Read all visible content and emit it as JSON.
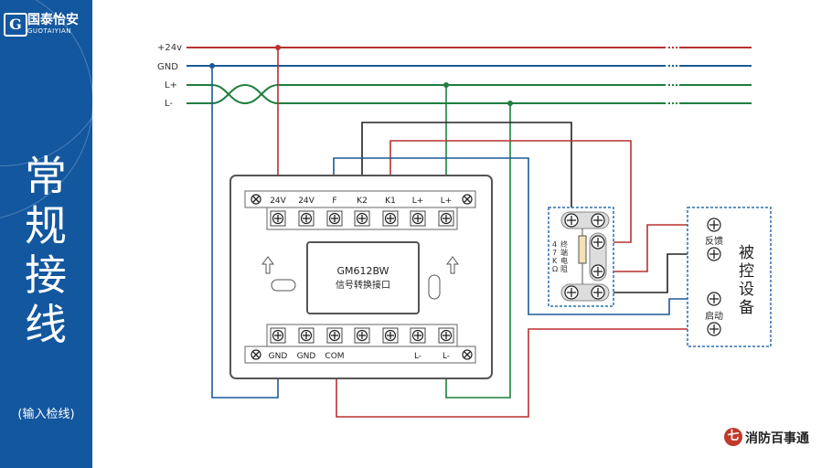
{
  "brand": {
    "name": "国泰怡安",
    "pinyin": "GUOTAIYIAN",
    "mark": "G"
  },
  "title": "常规接线",
  "subtitle": "(输入检线)",
  "bus": {
    "p24": "+24v",
    "gnd": "GND",
    "lp": "L+",
    "lm": "L-"
  },
  "module": {
    "model": "GM612BW",
    "name": "信号转换接口",
    "top_terminals": [
      "24V",
      "24V",
      "F",
      "K2",
      "K1",
      "L+",
      "L+"
    ],
    "bottom_terminals": [
      "GND",
      "GND",
      "COM",
      "",
      "",
      "L-",
      "L-"
    ]
  },
  "resistor_box": {
    "label": [
      "4",
      "7",
      "K",
      "Ω",
      "终",
      "端",
      "电",
      "阻"
    ]
  },
  "device": {
    "title": "被控设备",
    "feedback": "反馈",
    "start": "启动"
  },
  "footer": {
    "brand": "消防百事通",
    "logo": "七"
  },
  "colors": {
    "red": "#b8312f",
    "blue": "#1d5a95",
    "green": "#1e7f3f",
    "black": "#222222",
    "sidebar": "#13579f",
    "dotted": "#2a6fb0"
  }
}
